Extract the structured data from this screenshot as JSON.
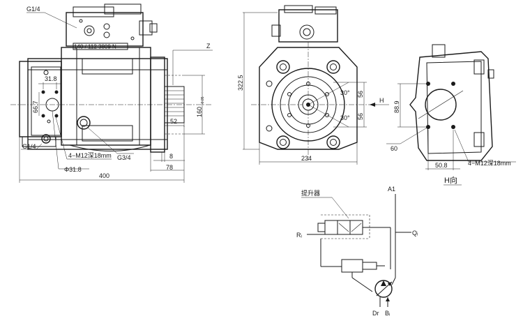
{
  "side_view": {
    "label_g14_top": "G1/4",
    "label_nameplate": "140 / 112   3809   N",
    "label_z": "Z",
    "dim_31_8": "31.8",
    "dim_66_7": "66.7",
    "dim_160": "160",
    "dim_160_tol": "-0.05",
    "dim_52": "52",
    "label_g14_bottom": "G1/4",
    "label_m12": "4−M12深18mm",
    "label_g34": "G3/4",
    "label_phi31_8": "Φ31.8",
    "dim_8": "8",
    "dim_78": "78",
    "dim_400": "400"
  },
  "front_view": {
    "dim_322_5": "322.5",
    "dim_30_top": "30°",
    "dim_30_bottom": "30°",
    "dim_56_top": "56",
    "dim_56_bottom": "56",
    "label_h": "H",
    "dim_234": "234"
  },
  "h_view": {
    "dim_88_9": "88.9",
    "dim_60": "60",
    "dim_50_8": "50.8",
    "label_m12": "4−M12深18mm",
    "title": "H向"
  },
  "hydraulic_schematic": {
    "label_a1": "A1",
    "label_lifter": "提升器",
    "label_ri": "Rᵢ",
    "label_qi": "Qᵢ",
    "label_dr": "Dr",
    "label_bi": "Bᵢ"
  }
}
